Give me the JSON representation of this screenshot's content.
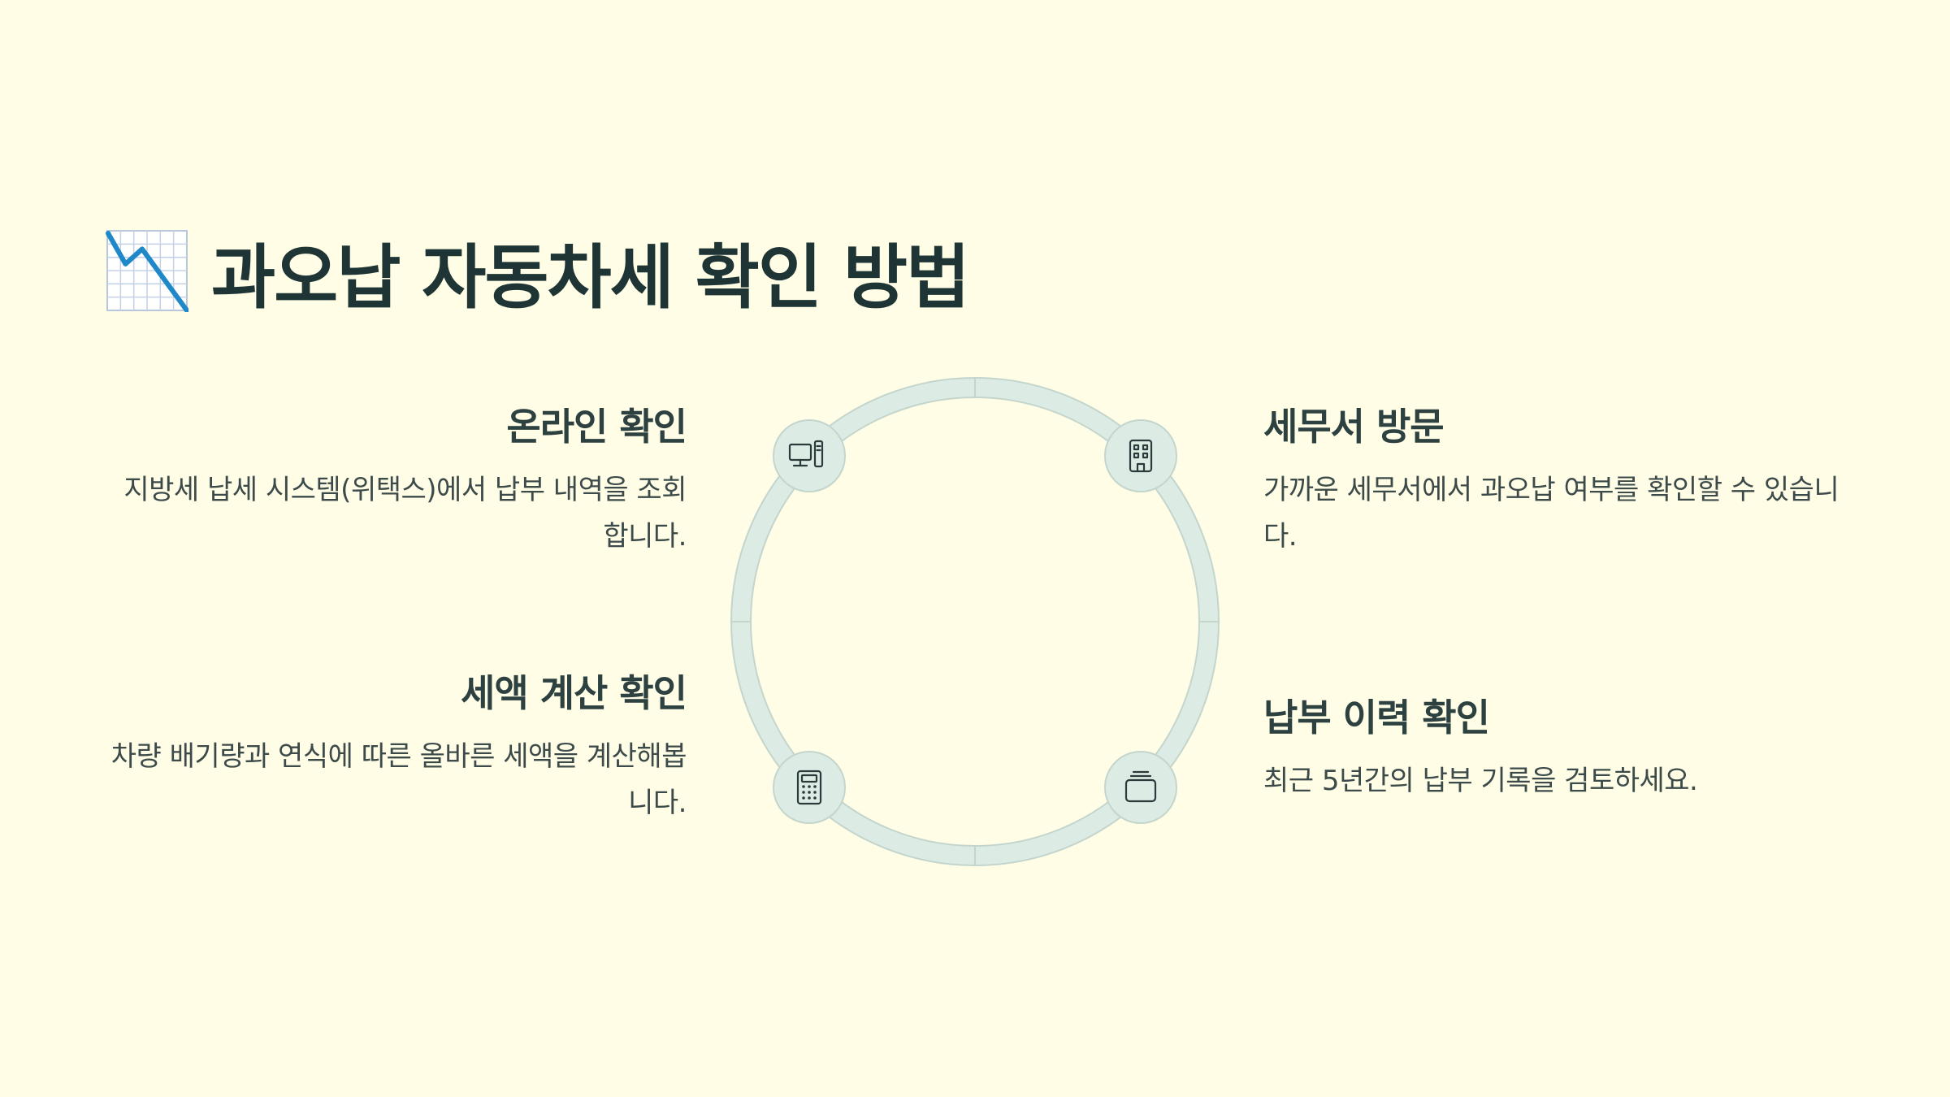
{
  "title": "과오납 자동차세 확인 방법",
  "title_icon": "chart-decreasing-icon",
  "colors": {
    "background": "#fffde6",
    "ring": "#dcece4",
    "ring_stroke": "#c3d5cd",
    "node_fill": "#dcece4",
    "heading": "#2e4141",
    "text": "#3c4a4a",
    "icon_line": "#1e88c8"
  },
  "items": [
    {
      "title": "온라인 확인",
      "description": "지방세 납세 시스템(위택스)에서 납부 내역을 조회합니다.",
      "icon": "computer-icon"
    },
    {
      "title": "세무서 방문",
      "description": "가까운 세무서에서 과오납 여부를 확인할 수 있습니다.",
      "icon": "building-icon"
    },
    {
      "title": "세액 계산 확인",
      "description": "차량 배기량과 연식에 따른 올바른 세액을 계산해봅니다.",
      "icon": "calculator-icon"
    },
    {
      "title": "납부 이력 확인",
      "description": "최근 5년간의 납부 기록을 검토하세요.",
      "icon": "archive-box-icon"
    }
  ]
}
